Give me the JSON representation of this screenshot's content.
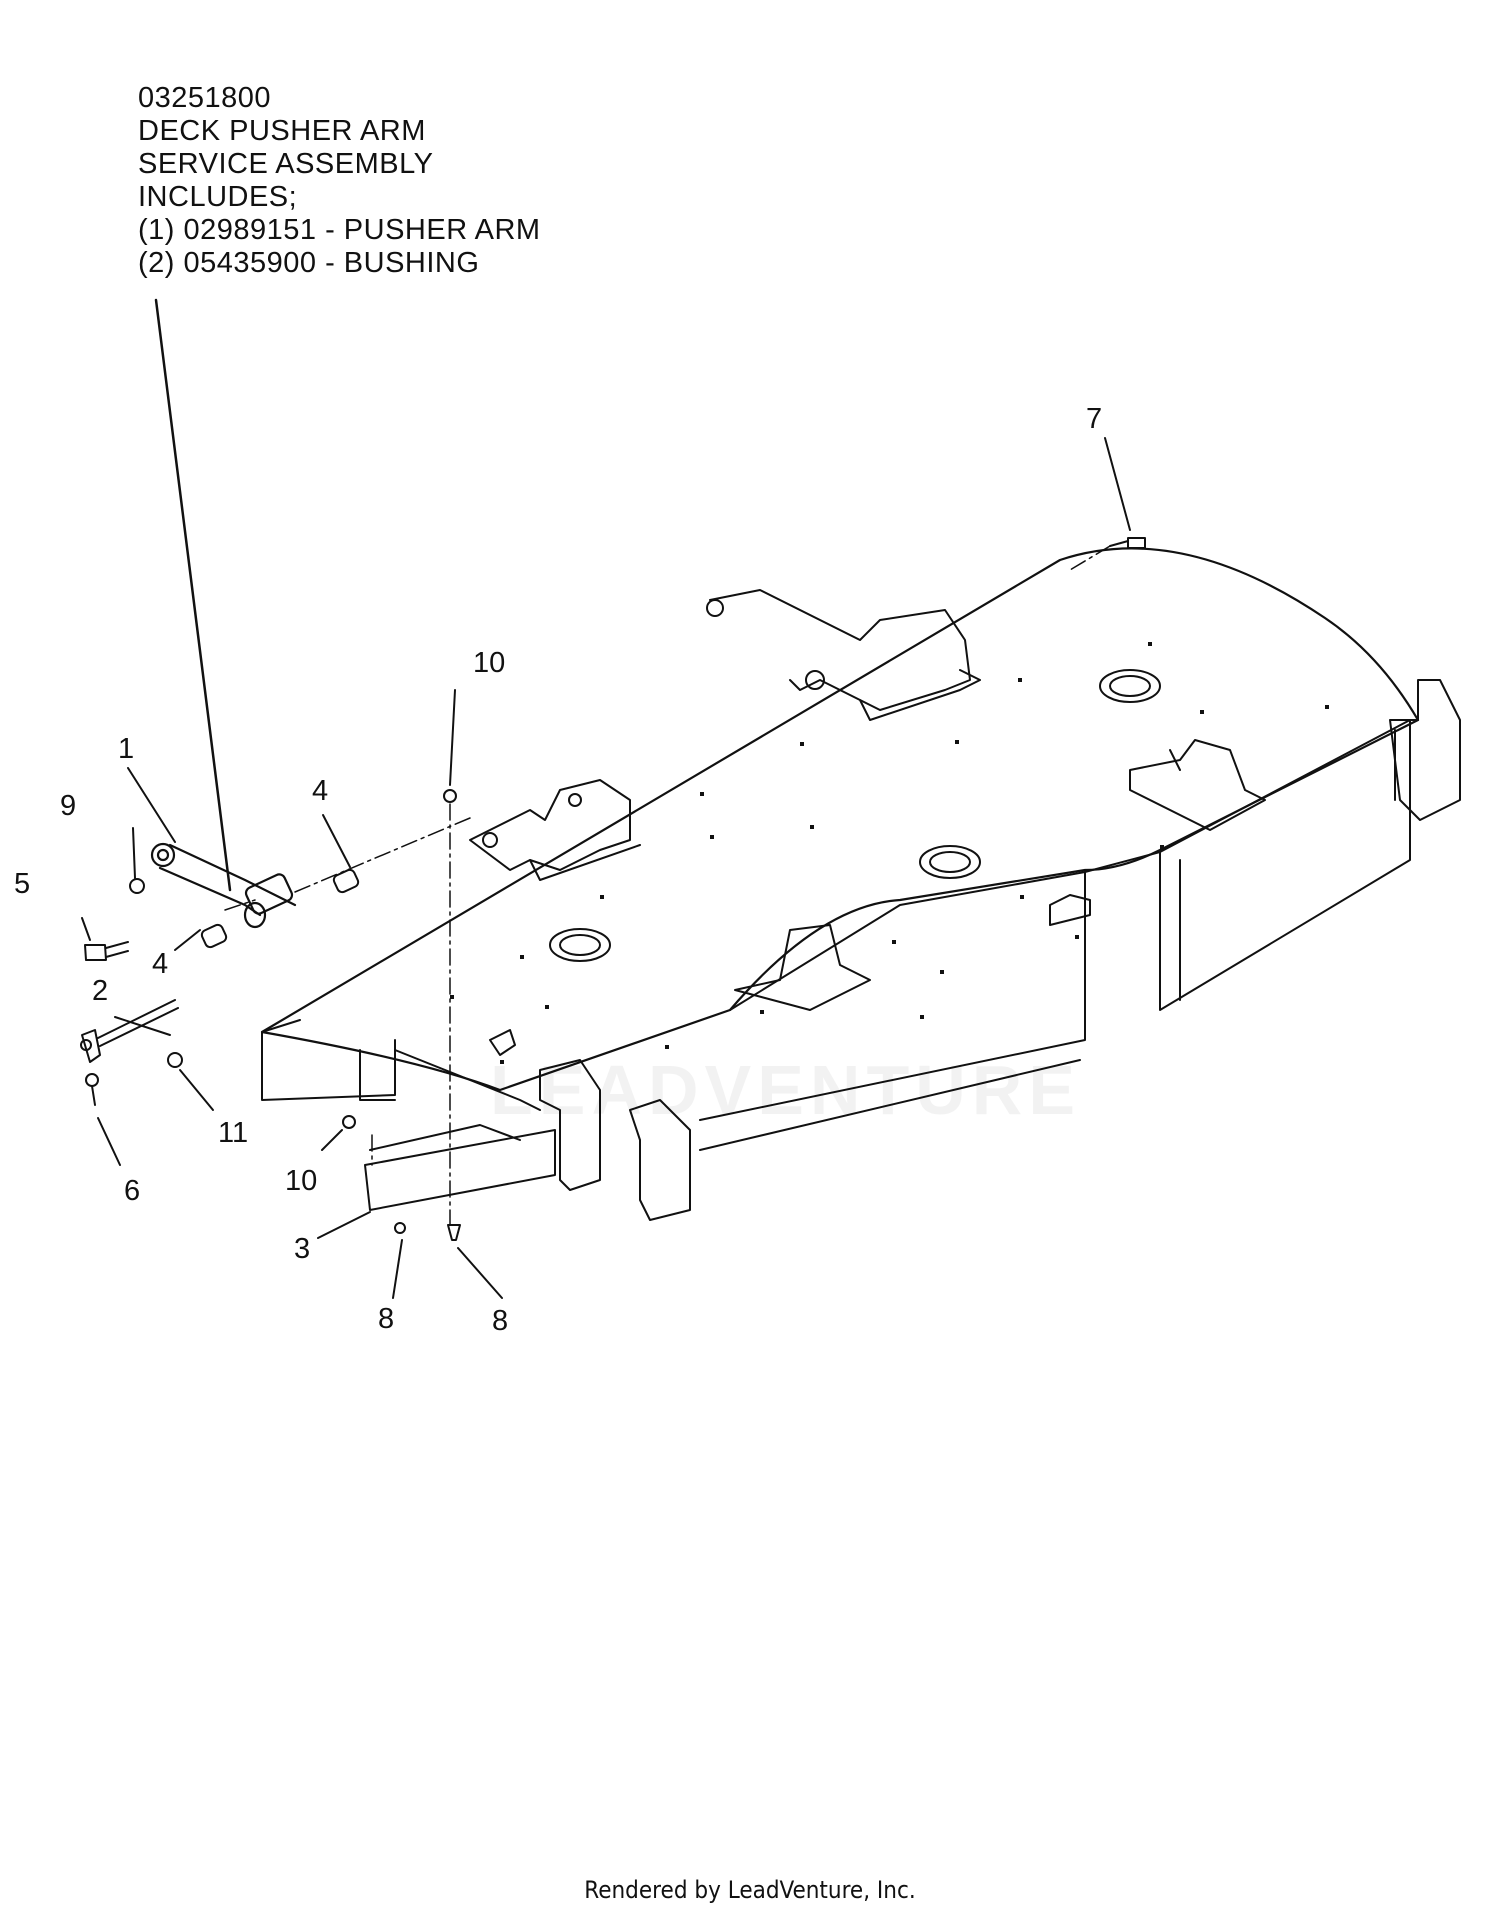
{
  "note": {
    "lines": [
      "03251800",
      "DECK PUSHER ARM",
      "SERVICE ASSEMBLY",
      "INCLUDES;",
      "(1) 02989151 - PUSHER ARM",
      "(2) 05435900 - BUSHING"
    ]
  },
  "callouts": {
    "c1": "1",
    "c2": "2",
    "c3": "3",
    "c4a": "4",
    "c4b": "4",
    "c5": "5",
    "c6": "6",
    "c7": "7",
    "c8a": "8",
    "c8b": "8",
    "c9": "9",
    "c10a": "10",
    "c10b": "10",
    "c11": "11"
  },
  "watermark": "LEADVENTURE",
  "footer": "Rendered by LeadVenture, Inc.",
  "colors": {
    "line": "#111111",
    "background": "#ffffff"
  }
}
